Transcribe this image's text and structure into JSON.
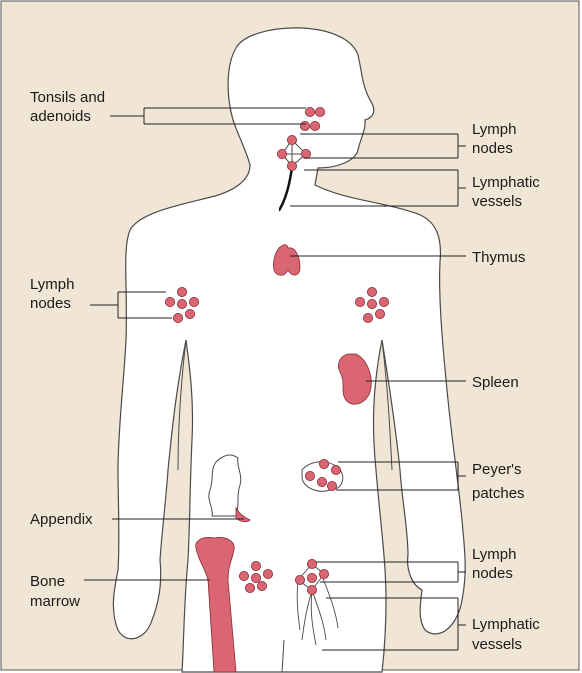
{
  "colors": {
    "background": "#f1e6d6",
    "body_fill": "#ffffff",
    "body_outline": "#4a4a4a",
    "organ": "#d96672",
    "organ_outline": "#8a2a36",
    "leader": "#222222"
  },
  "labels": {
    "tonsils_line1": "Tonsils and",
    "tonsils_line2": "adenoids",
    "lymph_nodes_left_line1": "Lymph",
    "lymph_nodes_left_line2": "nodes",
    "appendix": "Appendix",
    "bone_marrow_line1": "Bone",
    "bone_marrow_line2": "marrow",
    "lymph_nodes_neck_line1": "Lymph",
    "lymph_nodes_neck_line2": "nodes",
    "lymphatic_vessels_neck_line1": "Lymphatic",
    "lymphatic_vessels_neck_line2": "vessels",
    "thymus": "Thymus",
    "spleen": "Spleen",
    "peyers_line1": "Peyer's",
    "peyers_line2": "patches",
    "lymph_nodes_groin_line1": "Lymph",
    "lymph_nodes_groin_line2": "nodes",
    "lymphatic_vessels_leg_line1": "Lymphatic",
    "lymphatic_vessels_leg_line2": "vessels"
  },
  "icons": {
    "lymph_node": "circle-node",
    "thymus": "thymus-shape",
    "spleen": "spleen-shape",
    "bone": "femur-shape"
  }
}
